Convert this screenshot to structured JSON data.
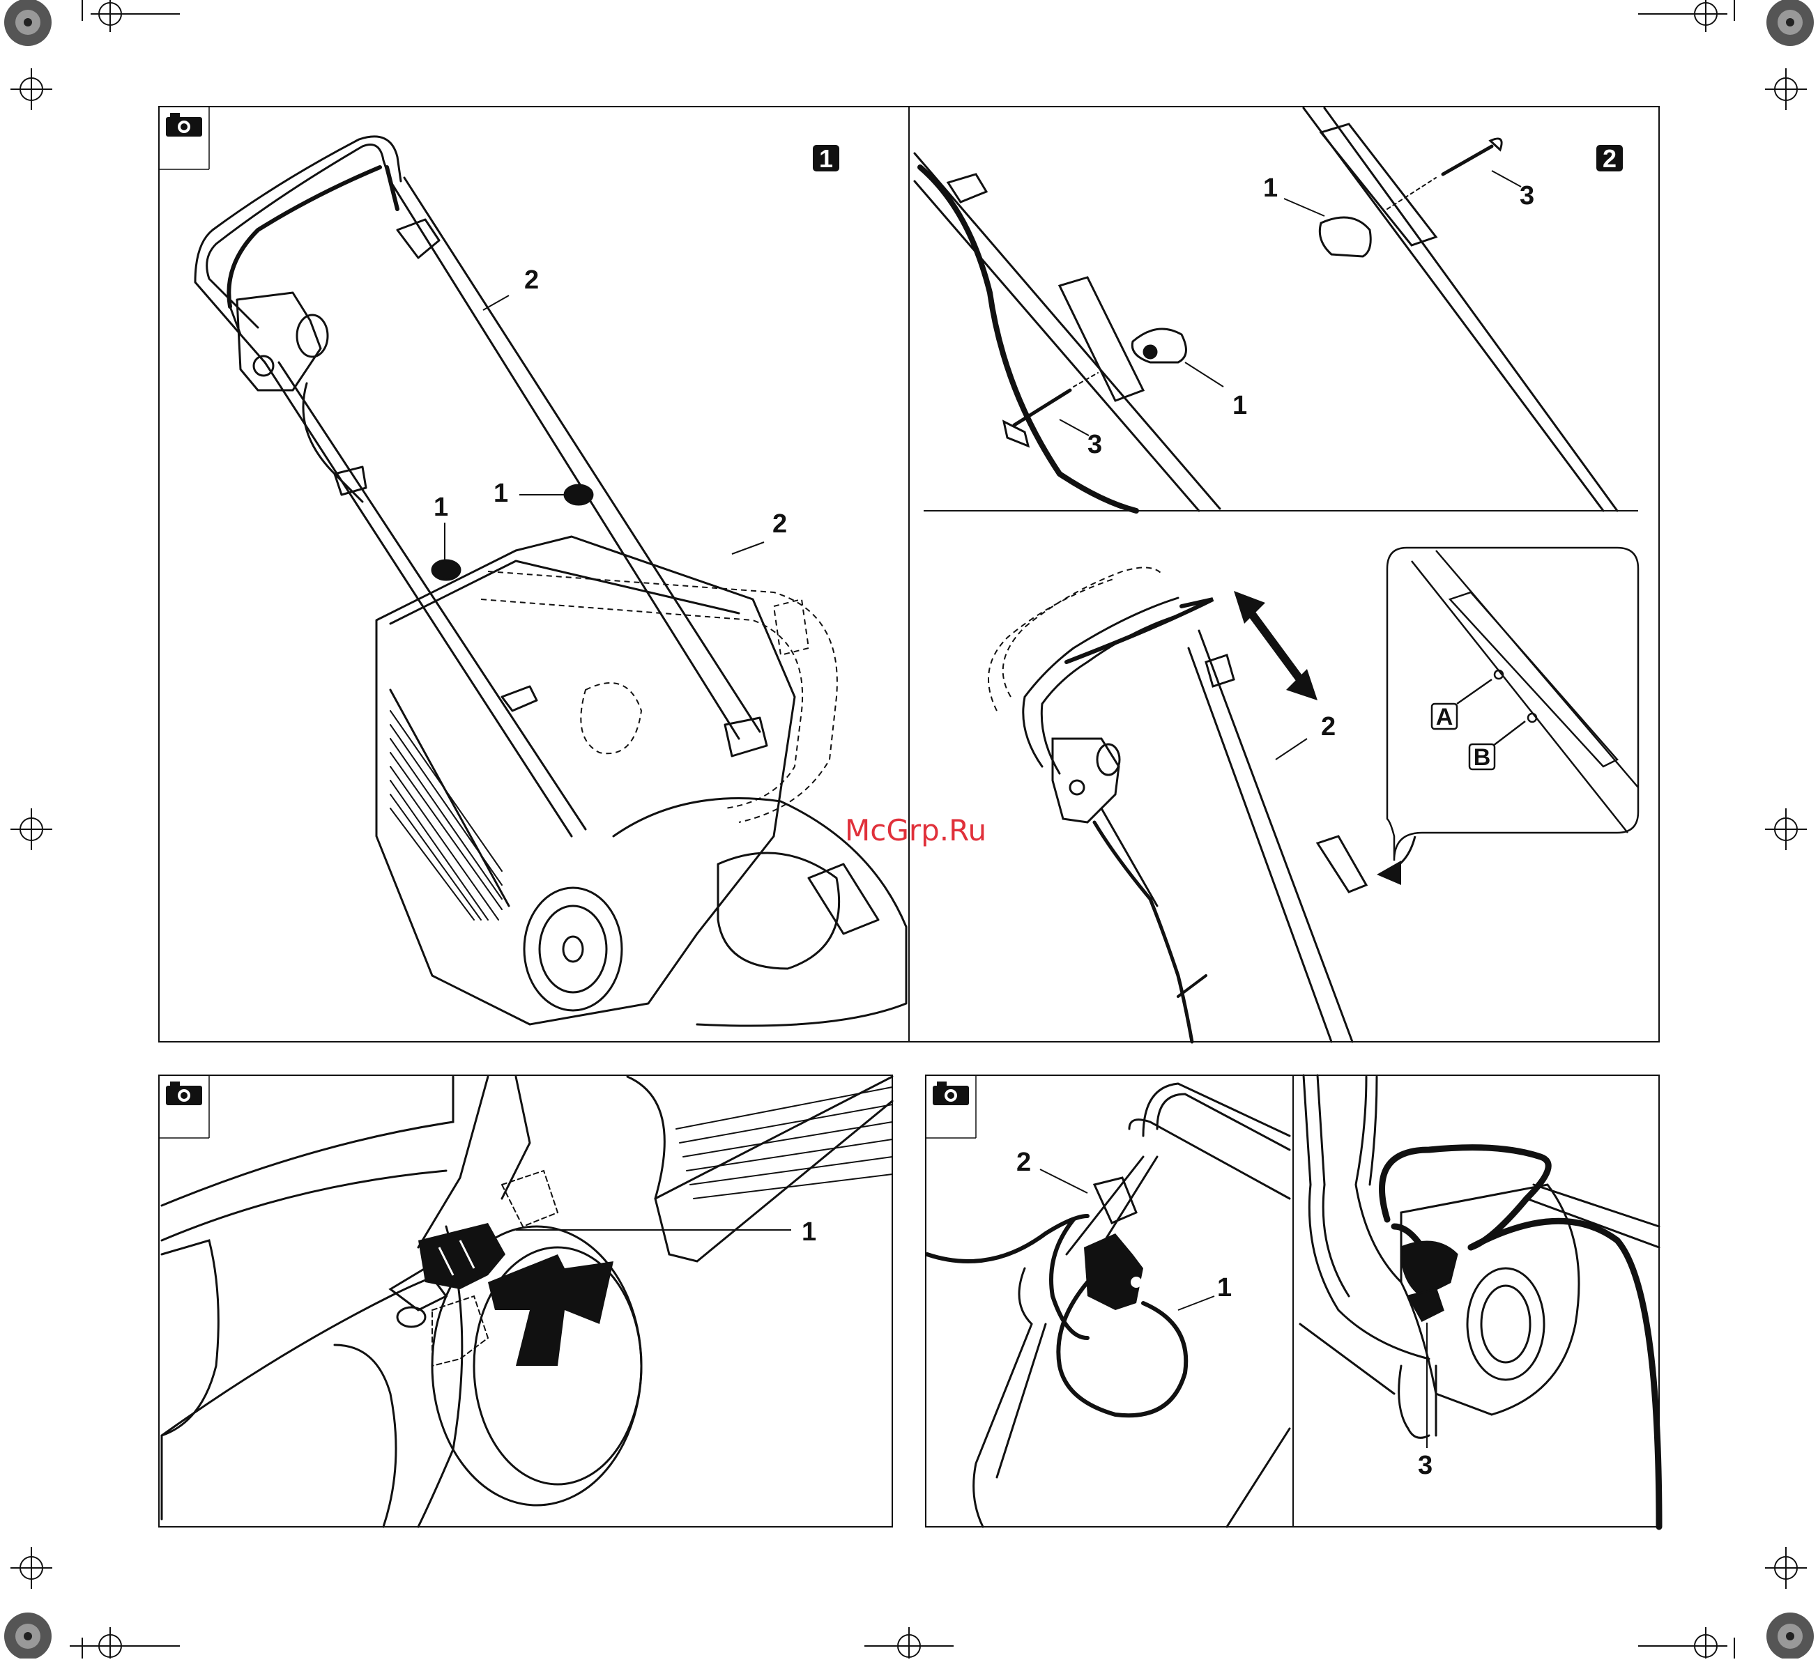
{
  "page": {
    "watermark": "McGrp.Ru",
    "colors": {
      "ink": "#111111",
      "background": "#ffffff",
      "watermark": "#e0303a"
    }
  },
  "panels": {
    "fig1": {
      "badge": "1",
      "icon": "camera-icon",
      "callouts": [
        "1",
        "1",
        "2",
        "2"
      ]
    },
    "fig2": {
      "badge": "2",
      "top_callouts": [
        "1",
        "1",
        "3",
        "3"
      ],
      "bottom_callouts": [
        "2"
      ],
      "inset_labels": [
        "A",
        "B"
      ]
    },
    "fig3": {
      "icon": "camera-icon",
      "callouts": [
        "1"
      ]
    },
    "fig4": {
      "icon": "camera-icon",
      "left_callouts": [
        "2",
        "1"
      ],
      "right_callouts": [
        "3"
      ]
    }
  }
}
